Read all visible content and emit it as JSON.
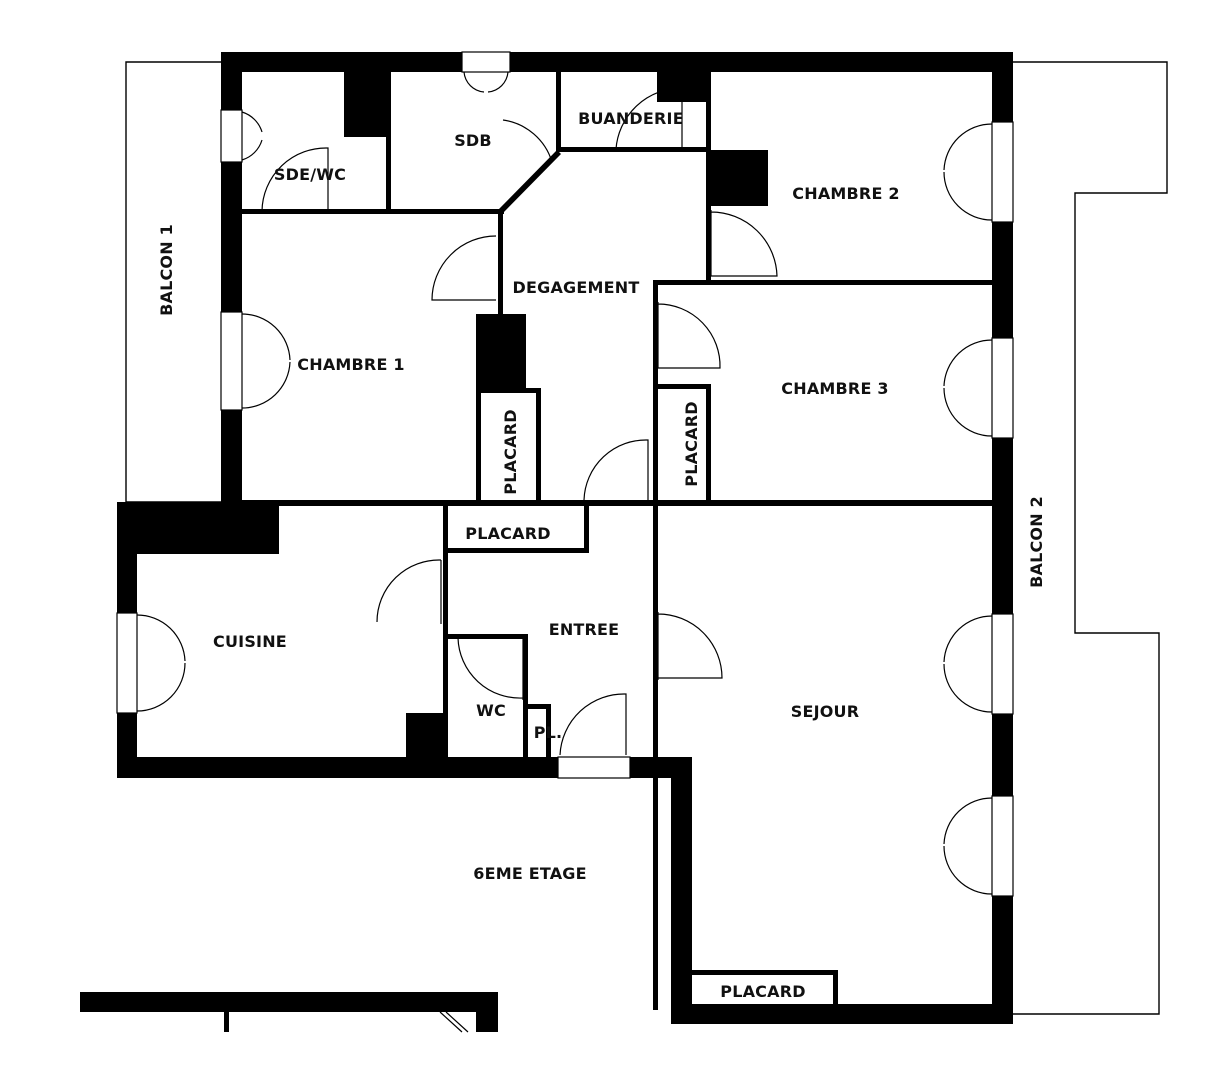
{
  "rooms": {
    "balcon_1": "BALCON 1",
    "balcon_2": "BALCON 2",
    "sde_wc": "SDE/WC",
    "sdb": "SDB",
    "buanderie": "BUANDERIE",
    "chambre_2": "CHAMBRE 2",
    "degagement": "DEGAGEMENT",
    "chambre_1": "CHAMBRE 1",
    "chambre_3": "CHAMBRE 3",
    "placard_left": "PLACARD",
    "placard_mid": "PLACARD",
    "placard_entry": "PLACARD",
    "cuisine": "CUISINE",
    "entree": "ENTREE",
    "wc": "WC",
    "pl": "PL.",
    "sejour": "SEJOUR",
    "floor": "6EME ETAGE",
    "placard_bottom": "PLACARD"
  },
  "colors": {
    "wall": "#000000",
    "background": "#ffffff"
  }
}
